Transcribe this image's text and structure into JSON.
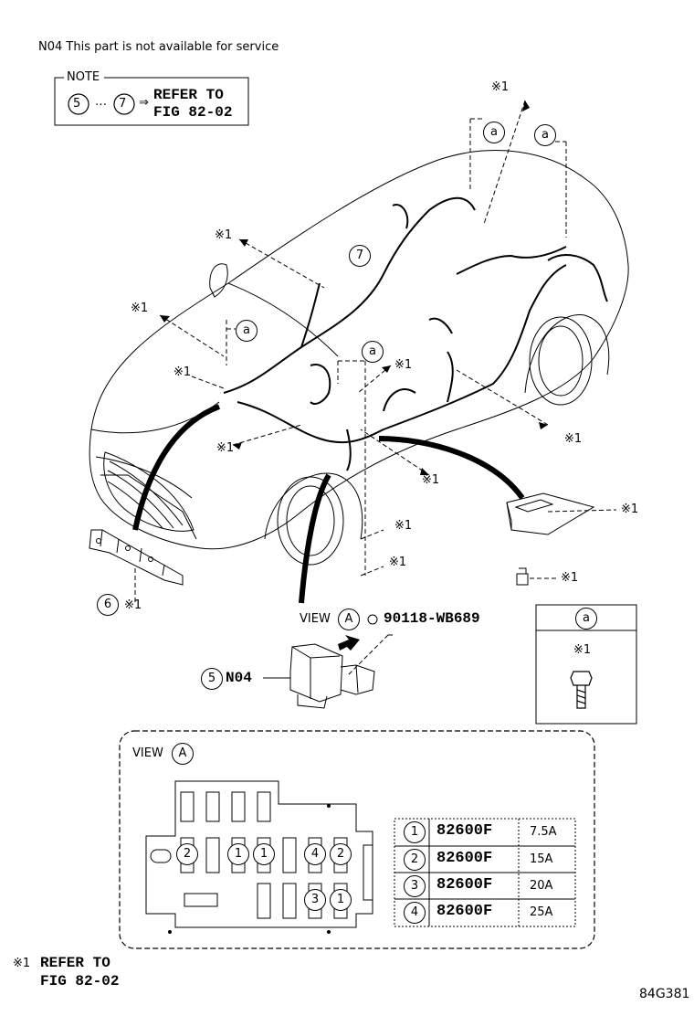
{
  "top_note": "N04 This part is not available for service",
  "note_box": {
    "title": "NOTE",
    "range_start": "5",
    "ellipsis": "…",
    "range_end": "7",
    "arrow": "⇒",
    "refer_line1": "REFER TO",
    "refer_line2": "FIG 82-02"
  },
  "callout_mark": "※1",
  "letter_a": "a",
  "harness_number": "7",
  "bracket_number": "6",
  "view": {
    "label": "VIEW",
    "letter": "A",
    "bolt_part_number": "90118-WB689",
    "relay_number": "5",
    "relay_code": "N04"
  },
  "inset_box": {
    "letter": "a",
    "mark": "※1"
  },
  "fuse_view": {
    "label": "VIEW",
    "letter": "A",
    "slots_row1": [
      "2",
      "1",
      "1",
      "4",
      "2"
    ],
    "slots_row2": [
      "3",
      "1"
    ]
  },
  "fuse_table": [
    {
      "num": "1",
      "part": "82600F",
      "amp": "7.5A"
    },
    {
      "num": "2",
      "part": "82600F",
      "amp": "15A"
    },
    {
      "num": "3",
      "part": "82600F",
      "amp": "20A"
    },
    {
      "num": "4",
      "part": "82600F",
      "amp": "25A"
    }
  ],
  "footnote": {
    "mark": "※1",
    "line1": "REFER TO",
    "line2": "FIG 82-02"
  },
  "figure_code": "84G381"
}
